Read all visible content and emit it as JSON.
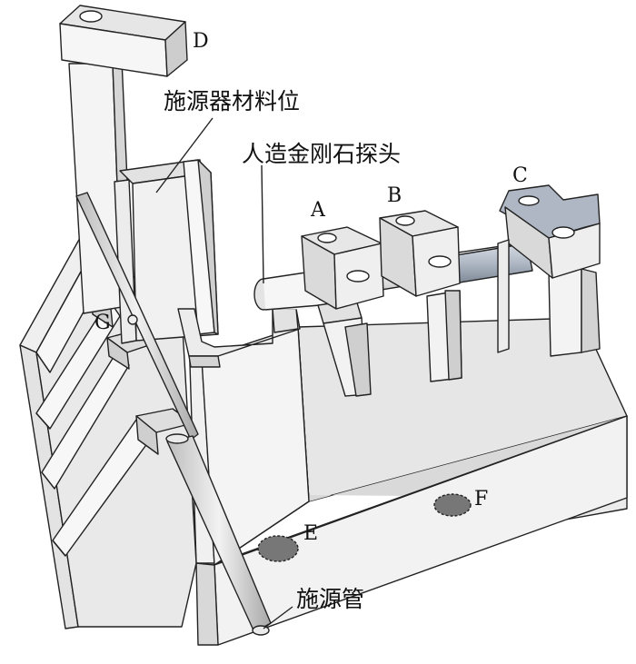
{
  "figure": {
    "labels": {
      "source_material_position": "施源器材料位",
      "diamond_probe": "人造金刚石探头",
      "source_tube": "施源管",
      "A": "A",
      "B": "B",
      "C": "C",
      "D": "D",
      "E": "E",
      "F": "F",
      "G": "G"
    },
    "colors": {
      "face_light": "#f2f2f2",
      "face_mid": "#e0e0e0",
      "face_shade": "#cfcfcf",
      "face_dark": "#b9b9b9",
      "metal_blue": "#aeb7c3",
      "hole_fill": "#777777",
      "outline": "#222222"
    }
  }
}
